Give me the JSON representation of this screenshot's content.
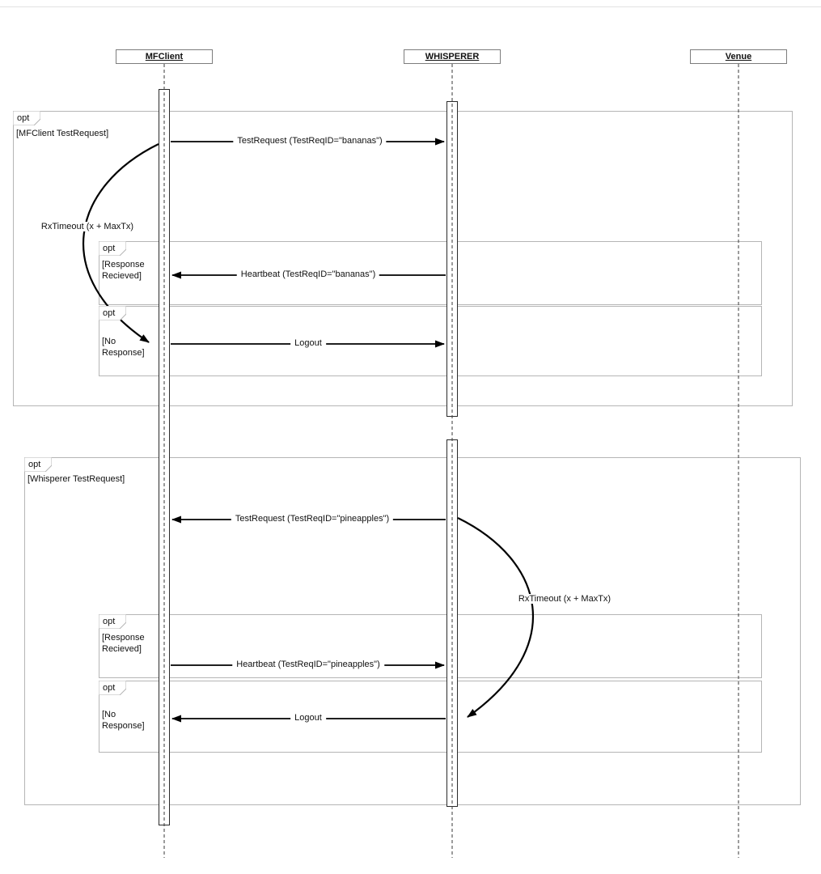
{
  "opt_label": "opt",
  "participants": [
    {
      "name": "MFClient"
    },
    {
      "name": "WHISPERER"
    },
    {
      "name": "Venue"
    }
  ],
  "frame1": {
    "condition": "[MFClient TestRequest]",
    "msg_test_request": "TestRequest  (TestReqID=\"bananas\")",
    "rx_timeout": "RxTimeout (x + MaxTx)",
    "opt_response": {
      "condition": "[Response Recieved]",
      "msg_heartbeat": "Heartbeat (TestReqID=\"bananas\")"
    },
    "opt_no_response": {
      "condition": "[No Response]",
      "msg_logout": "Logout"
    }
  },
  "frame2": {
    "condition": "[Whisperer TestRequest]",
    "msg_test_request": "TestRequest (TestReqID=\"pineapples\")",
    "rx_timeout": "RxTimeout (x + MaxTx)",
    "opt_response": {
      "condition": "[Response Recieved]",
      "msg_heartbeat": "Heartbeat (TestReqID=\"pineapples\")"
    },
    "opt_no_response": {
      "condition": "[No Response]",
      "msg_logout": "Logout"
    }
  },
  "colors": {
    "frame_border": "#b5b5b5",
    "message_line": "#000000"
  }
}
